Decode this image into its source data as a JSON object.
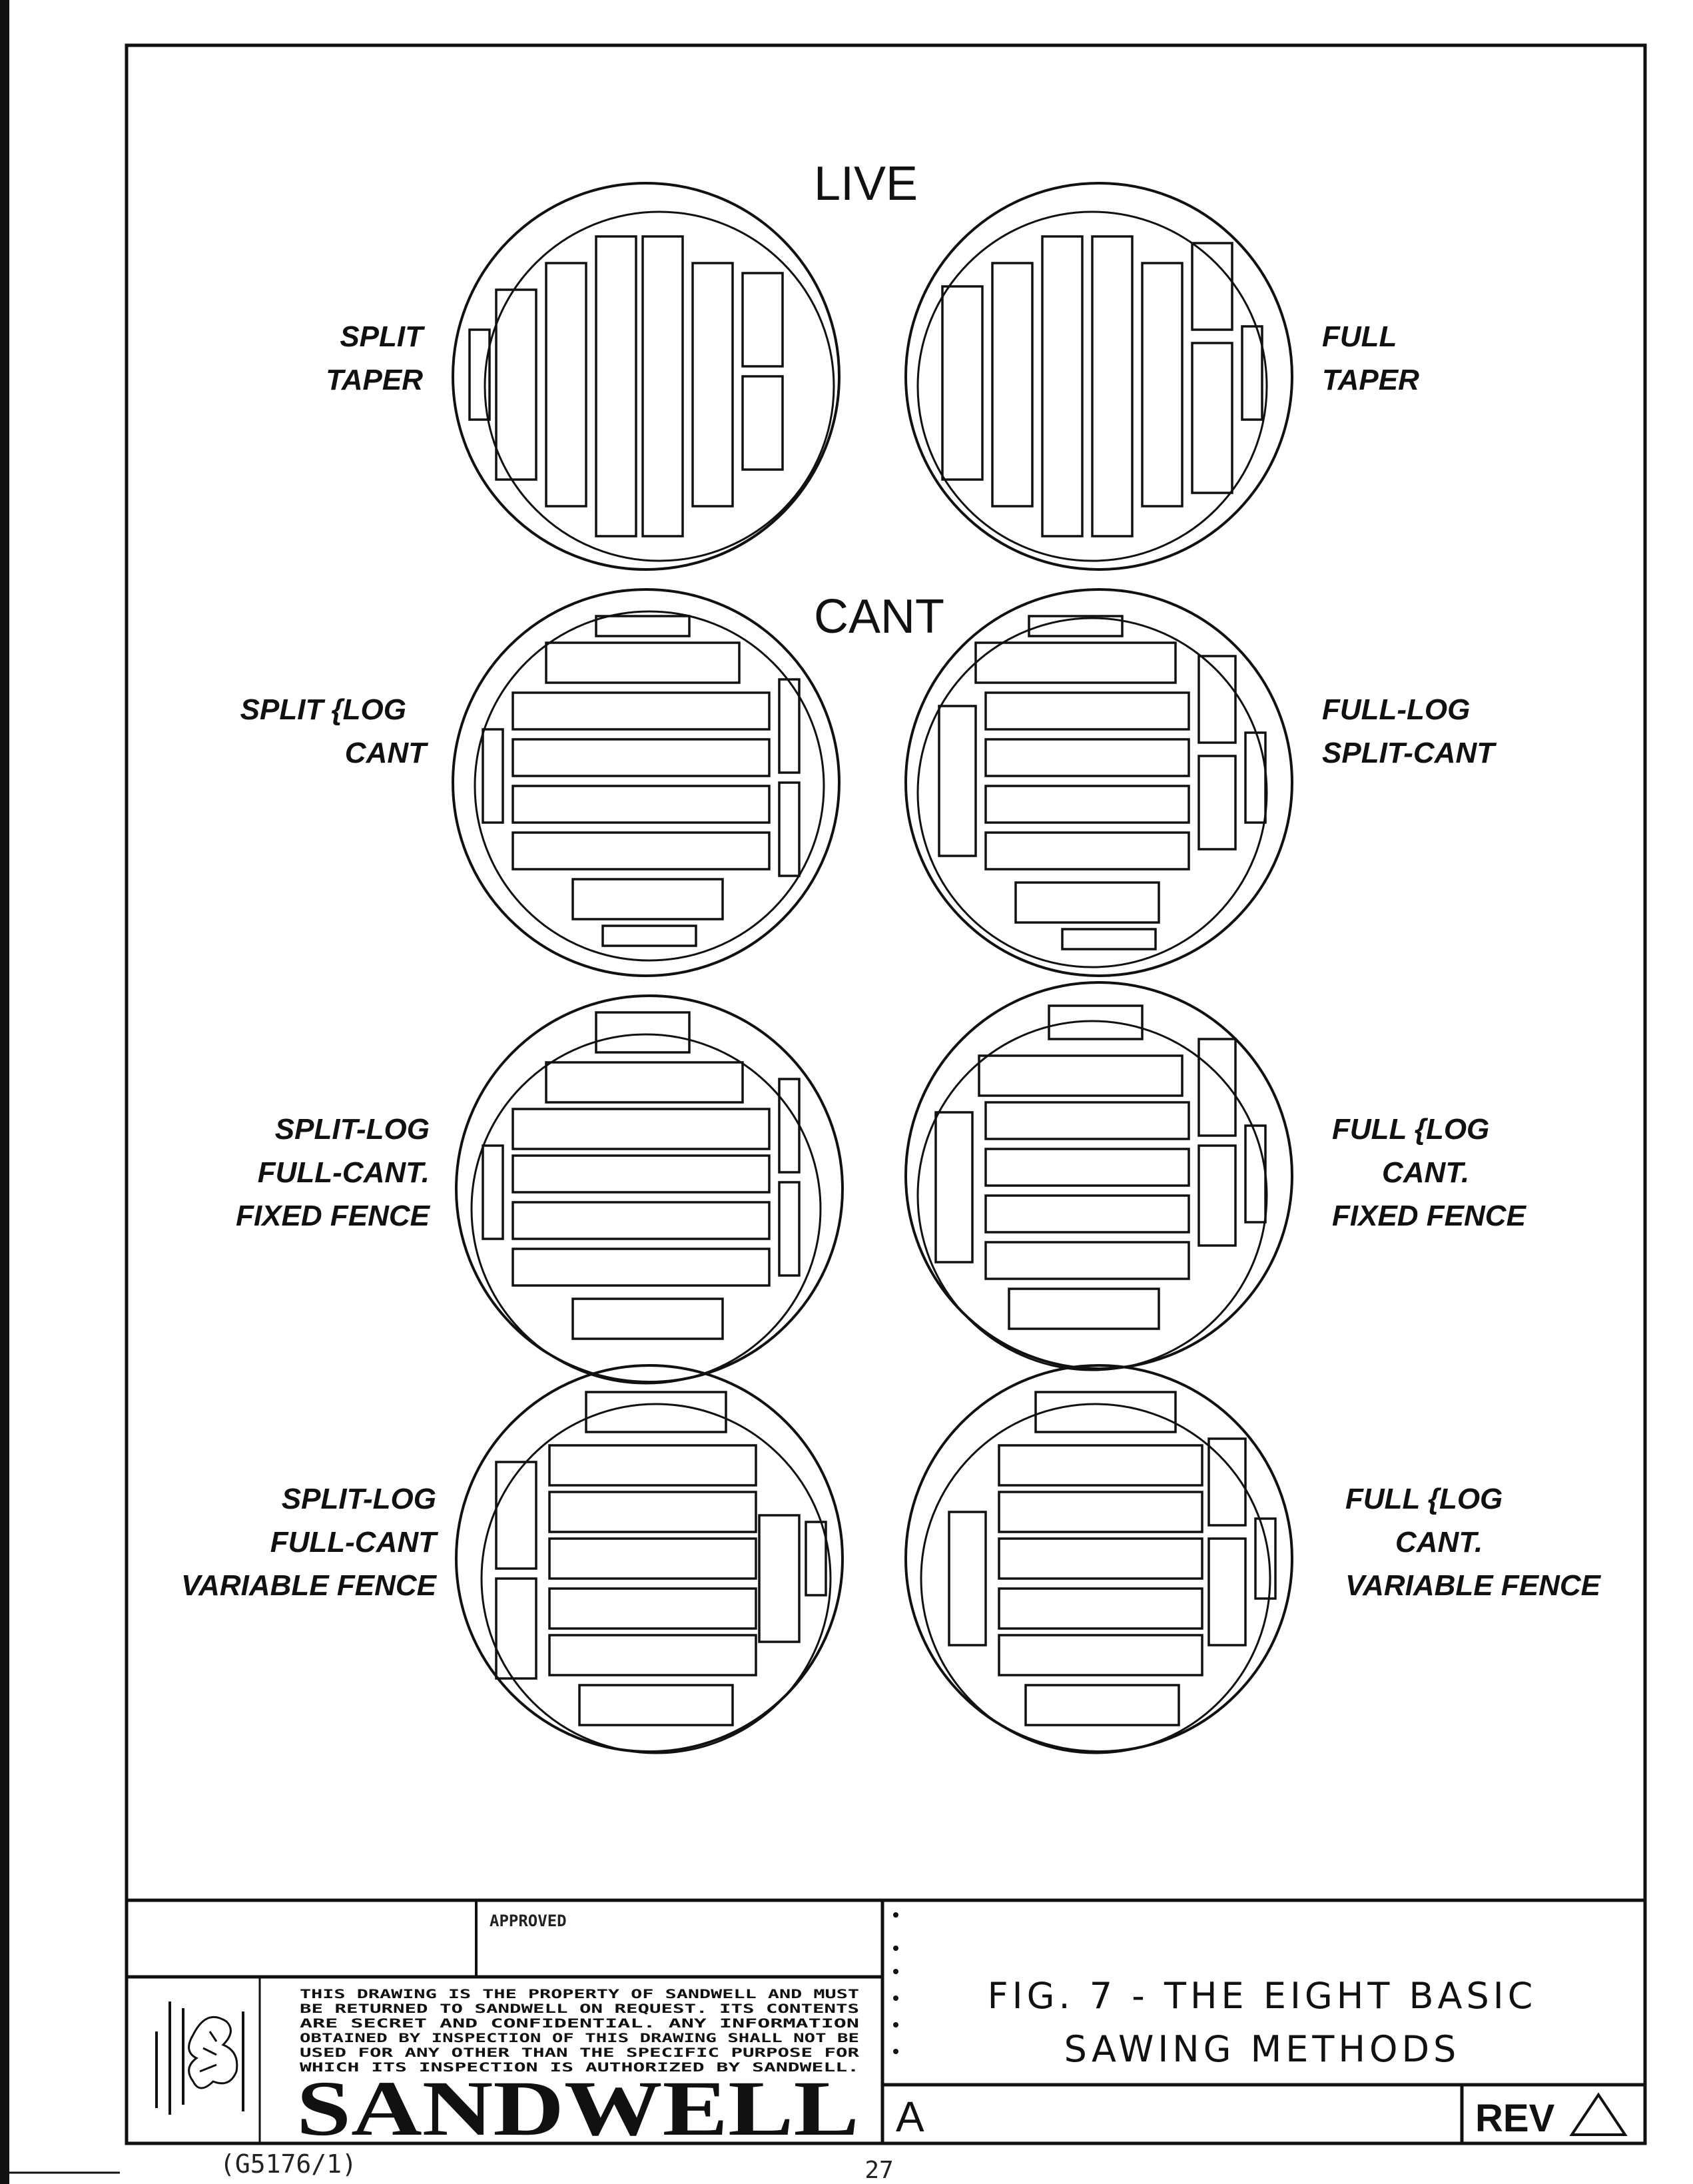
{
  "sections": {
    "live": "LIVE",
    "cant": "CANT"
  },
  "diagrams": [
    {
      "label": [
        "SPLIT",
        "TAPER"
      ]
    },
    {
      "label": [
        "FULL",
        "TAPER"
      ]
    },
    {
      "label": [
        "SPLIT {LOG",
        "CANT"
      ]
    },
    {
      "label": [
        "FULL-LOG",
        "SPLIT-CANT"
      ]
    },
    {
      "label": [
        "SPLIT-LOG",
        "FULL-CANT.",
        "FIXED FENCE"
      ]
    },
    {
      "label": [
        "FULL {LOG",
        "CANT.",
        "FIXED FENCE"
      ]
    },
    {
      "label": [
        "SPLIT-LOG",
        "FULL-CANT",
        "VARIABLE FENCE"
      ]
    },
    {
      "label": [
        "FULL {LOG",
        "CANT.",
        "VARIABLE FENCE"
      ]
    }
  ],
  "title_block": {
    "approved": "APPROVED",
    "title_line1": "FIG. 7 - THE EIGHT BASIC",
    "title_line2": "SAWING METHODS",
    "disclaimer": [
      "THIS DRAWING IS THE PROPERTY OF SANDWELL AND MUST",
      "BE RETURNED TO SANDWELL ON REQUEST. ITS CONTENTS",
      "ARE SECRET AND CONFIDENTIAL. ANY INFORMATION",
      "OBTAINED BY INSPECTION OF THIS DRAWING SHALL NOT BE",
      "USED FOR ANY OTHER THAN THE SPECIFIC PURPOSE FOR",
      "WHICH ITS INSPECTION IS AUTHORIZED BY SANDWELL."
    ],
    "company": "SANDWELL",
    "sheet_letter": "A",
    "rev": "REV"
  },
  "form_code": "(G5176/1)",
  "page_number": "27"
}
